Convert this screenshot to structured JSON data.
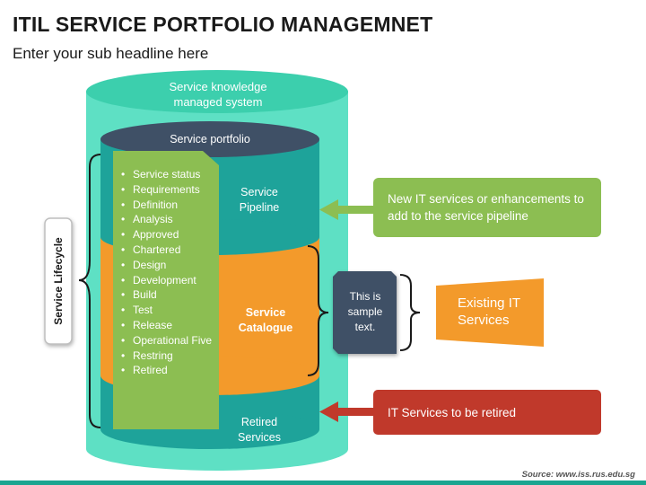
{
  "title": "ITIL SERVICE PORTFOLIO MANAGEMNET",
  "subtitle": "Enter your sub headline here",
  "diagram": {
    "knowledge_system": "Service knowledge managed system",
    "portfolio": "Service portfolio",
    "pipeline": "Service Pipeline",
    "catalogue": "Service Catalogue",
    "retired": "Retired Services",
    "lifecycle_label": "Service Lifecycle",
    "lifecycle_items": [
      "Service status",
      "Requirements",
      "Definition",
      "Analysis",
      "Approved",
      "Chartered",
      "Design",
      "Development",
      "Build",
      "Test",
      "Release",
      "Operational Five",
      "Restring",
      "Retired"
    ],
    "sample_text": "This is sample text.",
    "existing_services": "Existing IT Services",
    "new_services": "New IT services or enhancements to add to the service pipeline",
    "retire_services": "IT Services to be retired"
  },
  "source": "Source: www.iss.rus.edu.sg",
  "colors": {
    "outer_cylinder": "#5ee0c4",
    "inner_teal": "#1ea39a",
    "orange": "#f39a2b",
    "green": "#8cbe52",
    "navy": "#3f5066",
    "red": "#c0392b",
    "footer": "#1aa590"
  }
}
